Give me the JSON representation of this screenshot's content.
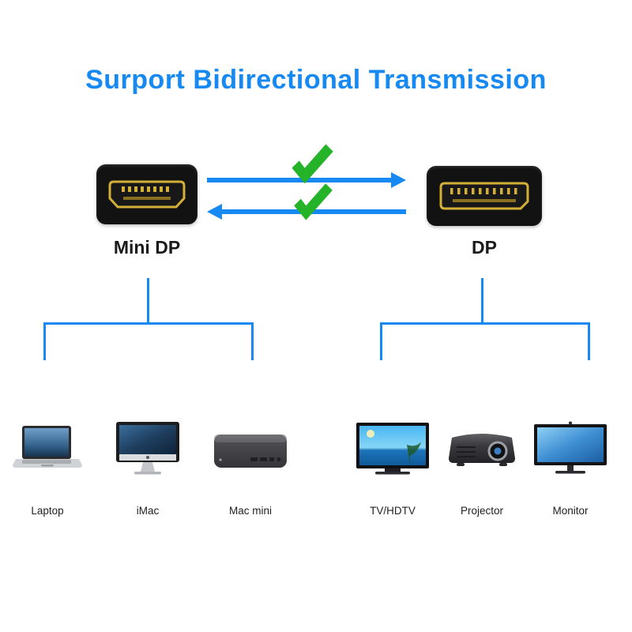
{
  "title": "Surport Bidirectional Transmission",
  "connectors": {
    "left": {
      "label": "Mini DP",
      "icon": "mini-dp-connector-icon"
    },
    "right": {
      "label": "DP",
      "icon": "dp-connector-icon"
    }
  },
  "transmission": {
    "arrows": [
      "arrow-right-icon",
      "arrow-left-icon"
    ],
    "status_icon": "green-checkmark-icon",
    "meaning": "bidirectional"
  },
  "devices": {
    "left": [
      {
        "name": "Laptop",
        "icon": "laptop-icon"
      },
      {
        "name": "iMac",
        "icon": "imac-icon"
      },
      {
        "name": "Mac mini",
        "icon": "mac-mini-icon"
      }
    ],
    "right": [
      {
        "name": "TV/HDTV",
        "icon": "tv-icon"
      },
      {
        "name": "Projector",
        "icon": "projector-icon"
      },
      {
        "name": "Monitor",
        "icon": "monitor-icon"
      }
    ]
  },
  "colors": {
    "accent_blue": "#1789f2",
    "check_green": "#25b32a",
    "connector_gold": "#d4af37",
    "connector_body": "#121212"
  }
}
